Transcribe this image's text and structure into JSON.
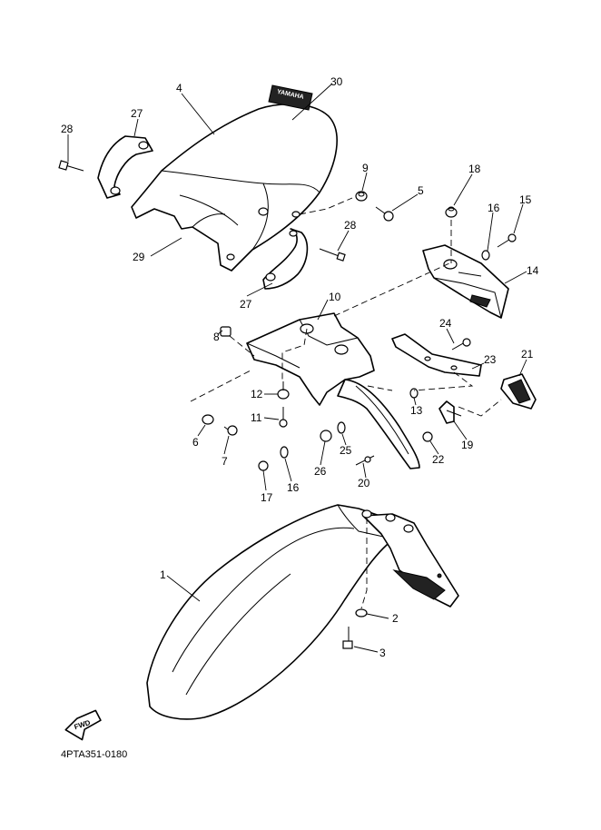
{
  "diagram": {
    "drawing_code": "4PTA351-0180",
    "fwd_label": "FWD",
    "decal_text": "YAMAHA",
    "callouts": [
      "1",
      "2",
      "3",
      "4",
      "5",
      "6",
      "7",
      "8",
      "9",
      "10",
      "11",
      "12",
      "13",
      "14",
      "15",
      "16",
      "16",
      "17",
      "18",
      "19",
      "20",
      "21",
      "22",
      "23",
      "24",
      "25",
      "26",
      "27",
      "27",
      "28",
      "28",
      "29",
      "30"
    ]
  }
}
